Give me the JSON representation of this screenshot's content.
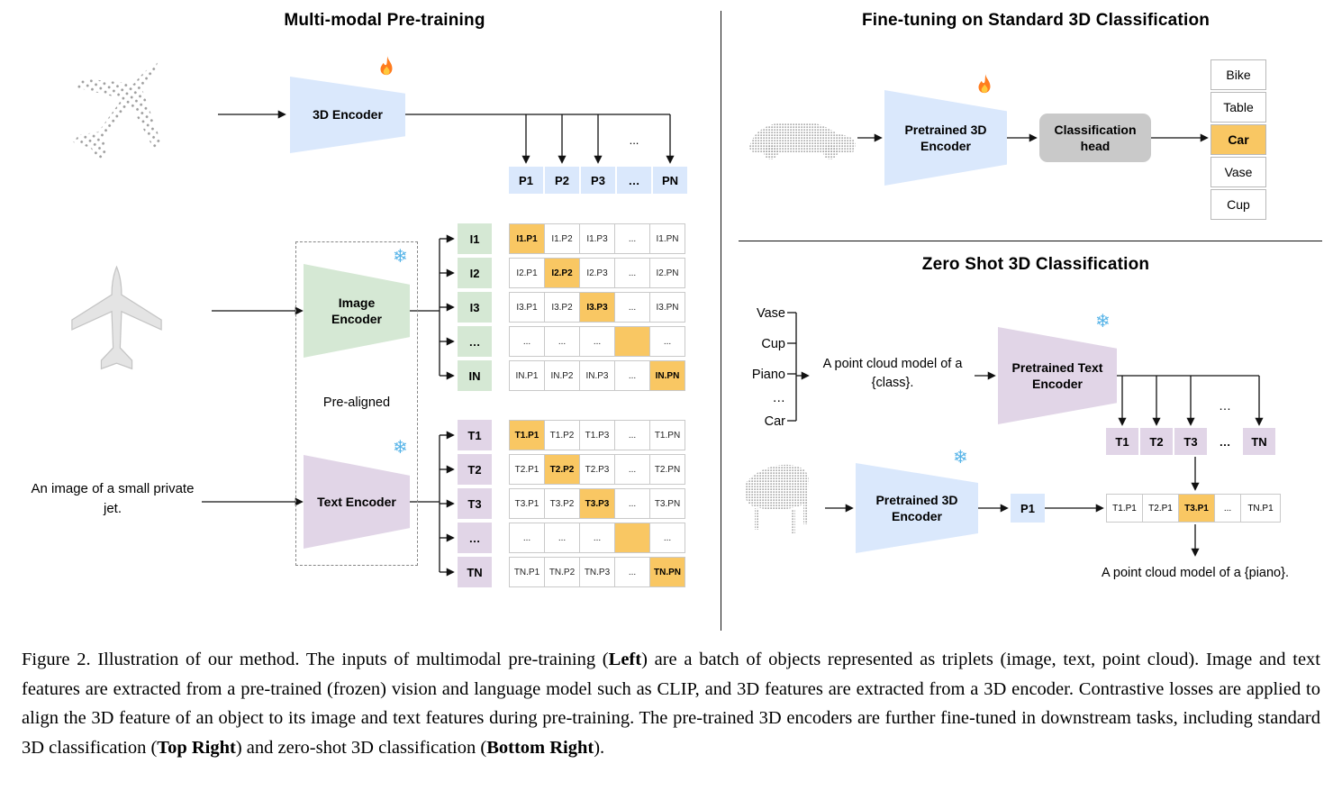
{
  "left_panel": {
    "title": "Multi-modal Pre-training",
    "encoder_3d_label": "3D Encoder",
    "image_encoder_label": "Image Encoder",
    "text_encoder_label": "Text Encoder",
    "pre_aligned_label": "Pre-aligned",
    "text_input": "An image of a small private jet.",
    "dots": "...",
    "p_row": {
      "values": [
        "P1",
        "P2",
        "P3",
        "…",
        "PN"
      ]
    },
    "i_labels": {
      "values": [
        "I1",
        "I2",
        "I3",
        "…",
        "IN"
      ]
    },
    "t_labels": {
      "values": [
        "T1",
        "T2",
        "T3",
        "…",
        "TN"
      ]
    },
    "i_matrix": {
      "rows": [
        [
          "I1.P1",
          "I1.P2",
          "I1.P3",
          "...",
          "I1.PN"
        ],
        [
          "I2.P1",
          "I2.P2",
          "I2.P3",
          "...",
          "I2.PN"
        ],
        [
          "I3.P1",
          "I3.P2",
          "I3.P3",
          "...",
          "I3.PN"
        ],
        [
          "...",
          "...",
          "...",
          "",
          "..."
        ],
        [
          "IN.P1",
          "IN.P2",
          "IN.P3",
          "...",
          "IN.PN"
        ]
      ],
      "highlight": [
        [
          0,
          0
        ],
        [
          1,
          1
        ],
        [
          2,
          2
        ],
        [
          3,
          3
        ],
        [
          4,
          4
        ]
      ]
    },
    "t_matrix": {
      "rows": [
        [
          "T1.P1",
          "T1.P2",
          "T1.P3",
          "...",
          "T1.PN"
        ],
        [
          "T2.P1",
          "T2.P2",
          "T2.P3",
          "...",
          "T2.PN"
        ],
        [
          "T3.P1",
          "T3.P2",
          "T3.P3",
          "...",
          "T3.PN"
        ],
        [
          "...",
          "...",
          "...",
          "",
          "..."
        ],
        [
          "TN.P1",
          "TN.P2",
          "TN.P3",
          "...",
          "TN.PN"
        ]
      ],
      "highlight": [
        [
          0,
          0
        ],
        [
          1,
          1
        ],
        [
          2,
          2
        ],
        [
          3,
          3
        ],
        [
          4,
          4
        ]
      ]
    }
  },
  "top_right_panel": {
    "title": "Fine-tuning on Standard 3D Classification",
    "encoder_label": "Pretrained 3D Encoder",
    "classification_head_label": "Classification head",
    "classes": {
      "values": [
        "Bike",
        "Table",
        "Car",
        "Vase",
        "Cup"
      ],
      "highlight": [
        2
      ]
    }
  },
  "bottom_right_panel": {
    "title": "Zero Shot 3D Classification",
    "class_words": [
      "Vase",
      "Cup",
      "Piano",
      "…",
      "Car"
    ],
    "prompt_template": "A point cloud model of a {class}.",
    "text_encoder_label": "Pretrained Text Encoder",
    "encoder_3d_label": "Pretrained 3D Encoder",
    "p1_label": "P1",
    "dots": "…",
    "t_row": {
      "values": [
        "T1",
        "T2",
        "T3",
        "…",
        "TN"
      ]
    },
    "result_row": {
      "values": [
        "T1.P1",
        "T2.P1",
        "T3.P1",
        "...",
        "TN.P1"
      ],
      "highlight": [
        2
      ]
    },
    "result_prompt": "A point cloud model of a {piano}."
  },
  "caption": {
    "segments": [
      {
        "text": "Figure 2. Illustration of our method. The inputs of multimodal pre-training (",
        "bold": false
      },
      {
        "text": "Left",
        "bold": true
      },
      {
        "text": ") are a batch of objects represented as triplets (image, text, point cloud). Image and text features are extracted from a pre-trained (frozen) vision and language model such as CLIP, and 3D features are extracted from a 3D encoder. Contrastive losses are applied to align the 3D feature of an object to its image and text features during pre-training. The pre-trained 3D encoders are further fine-tuned in downstream tasks, including standard 3D classification (",
        "bold": false
      },
      {
        "text": "Top Right",
        "bold": true
      },
      {
        "text": ") and zero-shot 3D classification (",
        "bold": false
      },
      {
        "text": "Bottom Right",
        "bold": true
      },
      {
        "text": ").",
        "bold": false
      }
    ]
  },
  "icons": {
    "fire": "🔥",
    "snowflake": "❄"
  },
  "colors": {
    "encoder_blue": "#dae8fc",
    "encoder_green": "#d5e8d4",
    "encoder_purple": "#e1d5e7",
    "highlight_orange": "#f9c763",
    "head_gray": "#c9c9c9"
  }
}
